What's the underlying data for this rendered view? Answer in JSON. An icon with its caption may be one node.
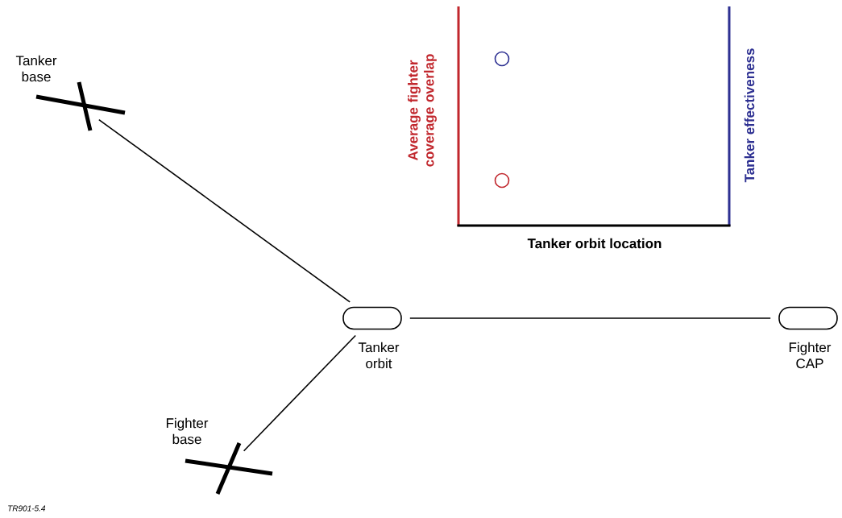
{
  "diagram": {
    "nodes": [
      {
        "text": [
          "Tanker base"
        ]
      },
      {
        "text": [
          "Tanker orbit"
        ]
      },
      {
        "text": [
          "Fighter CAP"
        ]
      },
      {
        "text": [
          "Fighter base"
        ]
      }
    ],
    "edges": [
      {
        "from": 0,
        "to": 1,
        "arrow": "none"
      },
      {
        "from": 1,
        "to": 2,
        "arrow": "none"
      },
      {
        "from": 3,
        "to": 1,
        "arrow": "none"
      }
    ],
    "labels": [
      "Average fighter coverage overlap",
      "Tanker effectiveness",
      "Tanker orbit location",
      "*TR901-5.4*"
    ]
  }
}
